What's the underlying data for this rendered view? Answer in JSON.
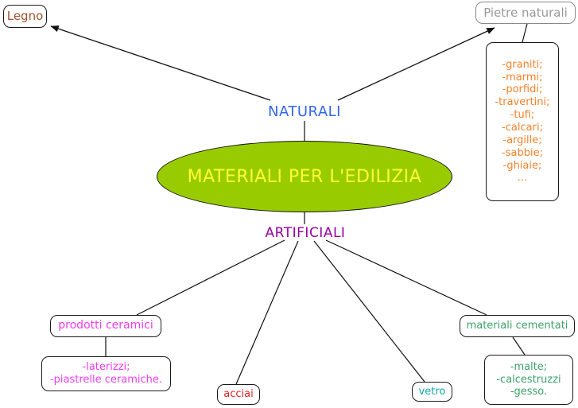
{
  "diagram": {
    "title": "MATERIALI PER L'EDILIZIA",
    "center": {
      "label": "MATERIALI PER L'EDILIZIA",
      "fill": "#99CC00",
      "text_color": "#FFFF33",
      "border_color": "#111111"
    },
    "branches": {
      "naturali": {
        "label": "NATURALI",
        "color": "#3366EE"
      },
      "artificiali": {
        "label": "ARTIFICIALI",
        "color": "#99009E"
      }
    },
    "nodes": {
      "legno": {
        "label": "Legno",
        "color": "#A0522D"
      },
      "pietre_naturali": {
        "label": "Pietre naturali",
        "color": "#999999"
      },
      "pietre_list": {
        "color": "#F5822A",
        "items": [
          "-graniti;",
          "-marmi;",
          "-porfidi;",
          "-travertini;",
          "-tufi;",
          "-calcari;",
          "-argille;",
          "-sabbie;",
          "-ghiaie;",
          "..."
        ]
      },
      "prodotti_ceramici": {
        "label": "prodotti ceramici",
        "color": "#EE3CEE"
      },
      "ceramici_list": {
        "color": "#EE3CEE",
        "items": [
          "-laterizzi;",
          "-piastrelle ceramiche."
        ]
      },
      "acciai": {
        "label": "acciai",
        "color": "#E02020"
      },
      "vetro": {
        "label": "vetro",
        "color": "#16A6A6"
      },
      "materiali_cementati": {
        "label": "materiali cementati",
        "color": "#3CA06A"
      },
      "cementati_list": {
        "color": "#3CA06A",
        "items": [
          "-malte;",
          "-calcestruzzi",
          "-gesso."
        ]
      }
    },
    "edges": {
      "stroke": "#111111"
    }
  }
}
